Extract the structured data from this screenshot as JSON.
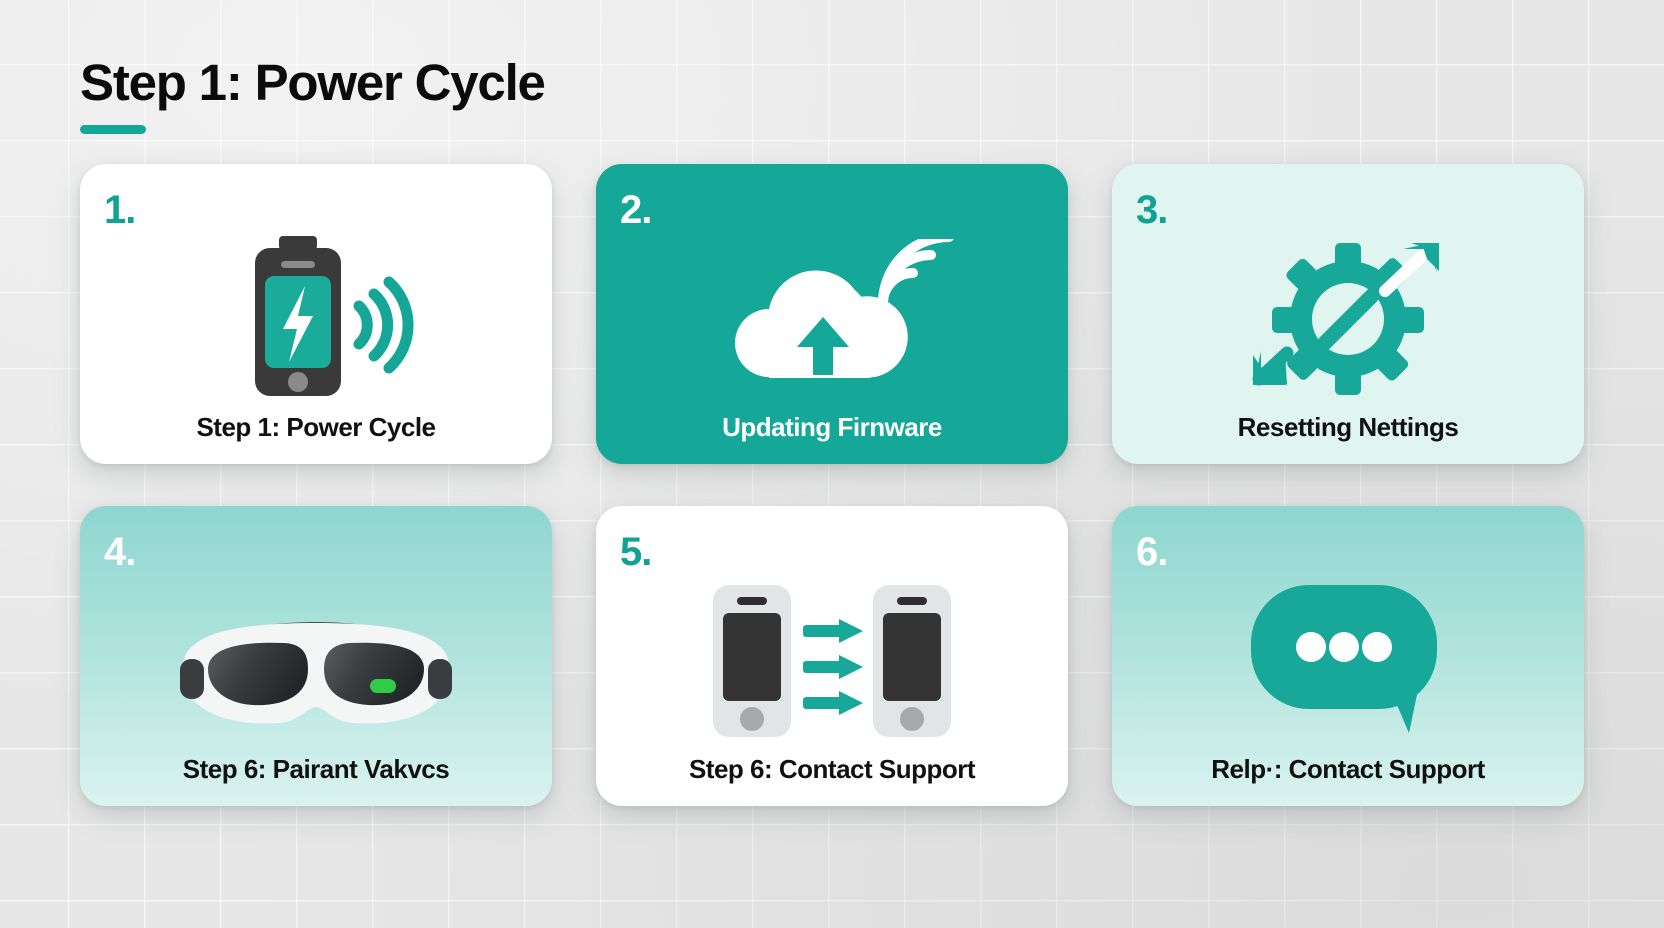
{
  "header": {
    "title": "Step 1: Power Cycle"
  },
  "colors": {
    "teal": "#15a899",
    "teal_dark": "#12a294",
    "mint_pale": "#e1f5f0",
    "grad_top": "#8ed6d0",
    "grad_bottom": "#daf3ef",
    "background": "#e7e7e7",
    "charcoal": "#333333",
    "led_green": "#2ecc47"
  },
  "cards": [
    {
      "number": "1.",
      "caption": "Step 1: Power Cycle",
      "icon": "phone-battery-charging-icon",
      "style": "white"
    },
    {
      "number": "2.",
      "caption": "Updating Firnware",
      "icon": "cloud-upload-wifi-icon",
      "style": "teal-solid"
    },
    {
      "number": "3.",
      "caption": "Resetting Nettings",
      "icon": "gear-reset-arrows-icon",
      "style": "mint-pale"
    },
    {
      "number": "4.",
      "caption": "Step 6: Pairant Vakvcs",
      "icon": "vr-headset-icon",
      "style": "teal-gradient"
    },
    {
      "number": "5.",
      "caption": "Step 6: Contact Support",
      "icon": "phone-to-phone-transfer-icon",
      "style": "white"
    },
    {
      "number": "6.",
      "caption": "Relp·: Contact Support",
      "icon": "chat-bubble-dots-icon",
      "style": "teal-gradient"
    }
  ]
}
